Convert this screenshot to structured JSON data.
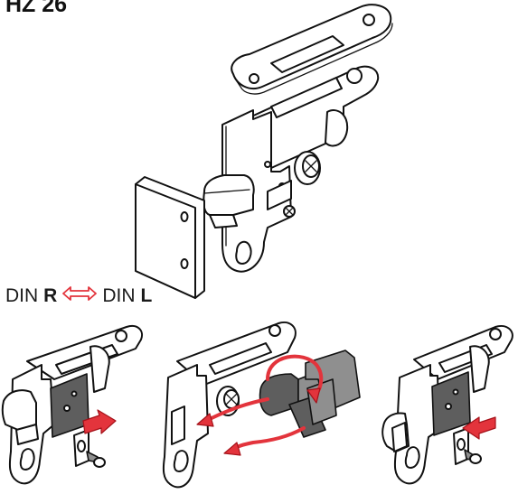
{
  "title": "HZ 26",
  "direction_label": {
    "left_prefix": "DIN",
    "left_side": "R",
    "right_prefix": "DIN",
    "right_side": "L"
  },
  "colors": {
    "arrow": "#e3343c",
    "part_grey": "#8f8f8f",
    "part_dark": "#5e5e5e",
    "line": "#111111"
  }
}
